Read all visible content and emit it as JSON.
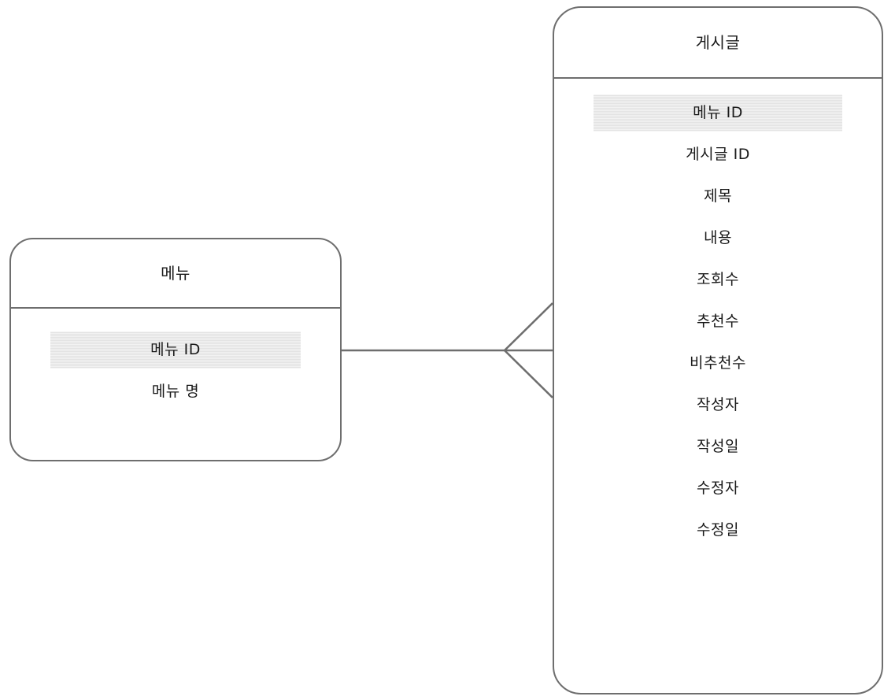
{
  "diagram": {
    "type": "entity-relationship-diagram",
    "notation": "crows-foot",
    "background_color": "#ffffff",
    "line_color": "#6e6e6e",
    "key_highlight_color": "#e3e3e3",
    "text_color": "#1a1a1a"
  },
  "entities": [
    {
      "id": "menu",
      "title": "메뉴",
      "attributes": [
        {
          "label": "메뉴 ID",
          "is_key": true
        },
        {
          "label": "메뉴 명",
          "is_key": false
        }
      ]
    },
    {
      "id": "post",
      "title": "게시글",
      "attributes": [
        {
          "label": "메뉴 ID",
          "is_key": true
        },
        {
          "label": "게시글 ID",
          "is_key": false
        },
        {
          "label": "제목",
          "is_key": false
        },
        {
          "label": "내용",
          "is_key": false
        },
        {
          "label": "조회수",
          "is_key": false
        },
        {
          "label": "추천수",
          "is_key": false
        },
        {
          "label": "비추천수",
          "is_key": false
        },
        {
          "label": "작성자",
          "is_key": false
        },
        {
          "label": "작성일",
          "is_key": false
        },
        {
          "label": "수정자",
          "is_key": false
        },
        {
          "label": "수정일",
          "is_key": false
        }
      ]
    }
  ],
  "relationship": {
    "from_entity": "menu",
    "to_entity": "post",
    "from_cardinality": "one",
    "to_cardinality": "many",
    "marker": "crows-foot"
  }
}
